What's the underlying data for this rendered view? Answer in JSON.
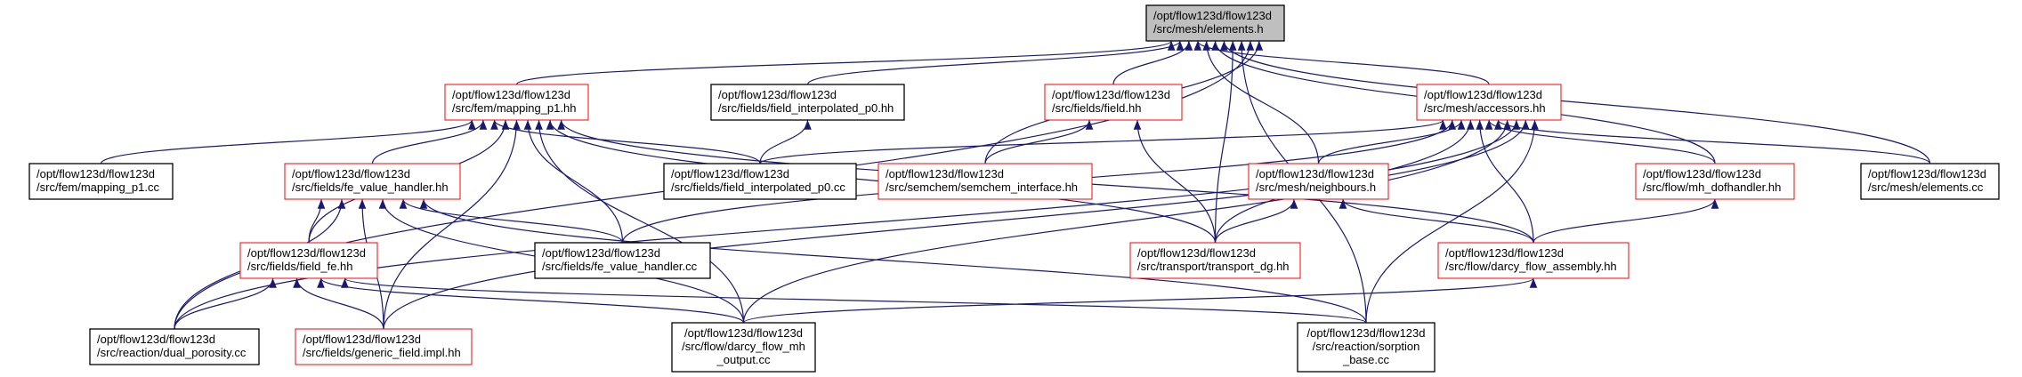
{
  "graph": {
    "title": "Include dependency graph for /opt/flow123d/flow123d/src/mesh/elements.h",
    "colors": {
      "edge": "#191970",
      "focus_fill": "#bfbfbf",
      "red_border": "#ff0000",
      "black_border": "#000000"
    },
    "nodes": [
      {
        "id": "elements_h",
        "lines": [
          "/opt/flow123d/flow123d",
          "/src/mesh/elements.h"
        ],
        "style": "focus"
      },
      {
        "id": "mapping_p1_hh",
        "lines": [
          "/opt/flow123d/flow123d",
          "/src/fem/mapping_p1.hh"
        ],
        "style": "red"
      },
      {
        "id": "field_interpolated_p0_hh",
        "lines": [
          "/opt/flow123d/flow123d",
          "/src/fields/field_interpolated_p0.hh"
        ],
        "style": "black"
      },
      {
        "id": "field_hh",
        "lines": [
          "/opt/flow123d/flow123d",
          "/src/fields/field.hh"
        ],
        "style": "red"
      },
      {
        "id": "accessors_hh",
        "lines": [
          "/opt/flow123d/flow123d",
          "/src/mesh/accessors.hh"
        ],
        "style": "red"
      },
      {
        "id": "mapping_p1_cc",
        "lines": [
          "/opt/flow123d/flow123d",
          "/src/fem/mapping_p1.cc"
        ],
        "style": "black"
      },
      {
        "id": "fe_value_handler_hh",
        "lines": [
          "/opt/flow123d/flow123d",
          "/src/fields/fe_value_handler.hh"
        ],
        "style": "red"
      },
      {
        "id": "field_interpolated_p0_cc",
        "lines": [
          "/opt/flow123d/flow123d",
          "/src/fields/field_interpolated_p0.cc"
        ],
        "style": "black"
      },
      {
        "id": "semchem_interface_hh",
        "lines": [
          "/opt/flow123d/flow123d",
          "/src/semchem/semchem_interface.hh"
        ],
        "style": "red"
      },
      {
        "id": "neighbours_h",
        "lines": [
          "/opt/flow123d/flow123d",
          "/src/mesh/neighbours.h"
        ],
        "style": "red"
      },
      {
        "id": "mh_dofhandler_hh",
        "lines": [
          "/opt/flow123d/flow123d",
          "/src/flow/mh_dofhandler.hh"
        ],
        "style": "red"
      },
      {
        "id": "elements_cc",
        "lines": [
          "/opt/flow123d/flow123d",
          "/src/mesh/elements.cc"
        ],
        "style": "black"
      },
      {
        "id": "field_fe_hh",
        "lines": [
          "/opt/flow123d/flow123d",
          "/src/fields/field_fe.hh"
        ],
        "style": "red"
      },
      {
        "id": "fe_value_handler_cc",
        "lines": [
          "/opt/flow123d/flow123d",
          "/src/fields/fe_value_handler.cc"
        ],
        "style": "black"
      },
      {
        "id": "transport_dg_hh",
        "lines": [
          "/opt/flow123d/flow123d",
          "/src/transport/transport_dg.hh"
        ],
        "style": "red"
      },
      {
        "id": "darcy_flow_assembly_hh",
        "lines": [
          "/opt/flow123d/flow123d",
          "/src/flow/darcy_flow_assembly.hh"
        ],
        "style": "red"
      },
      {
        "id": "dual_porosity_cc",
        "lines": [
          "/opt/flow123d/flow123d",
          "/src/reaction/dual_porosity.cc"
        ],
        "style": "black"
      },
      {
        "id": "generic_field_impl_hh",
        "lines": [
          "/opt/flow123d/flow123d",
          "/src/fields/generic_field.impl.hh"
        ],
        "style": "red"
      },
      {
        "id": "darcy_flow_mh_output_cc",
        "lines": [
          "/opt/flow123d/flow123d",
          "/src/flow/darcy_flow_mh",
          "_output.cc"
        ],
        "style": "black"
      },
      {
        "id": "sorption_base_cc",
        "lines": [
          "/opt/flow123d/flow123d",
          "/src/reaction/sorption",
          "_base.cc"
        ],
        "style": "black"
      }
    ],
    "edges": [
      [
        "mapping_p1_hh",
        "elements_h"
      ],
      [
        "field_interpolated_p0_hh",
        "elements_h"
      ],
      [
        "field_hh",
        "elements_h"
      ],
      [
        "accessors_hh",
        "elements_h"
      ],
      [
        "neighbours_h",
        "elements_h"
      ],
      [
        "mh_dofhandler_hh",
        "elements_h"
      ],
      [
        "elements_cc",
        "elements_h"
      ],
      [
        "transport_dg_hh",
        "elements_h"
      ],
      [
        "sorption_base_cc",
        "elements_h"
      ],
      [
        "dual_porosity_cc",
        "elements_h"
      ],
      [
        "semchem_interface_hh",
        "elements_h"
      ],
      [
        "mapping_p1_cc",
        "mapping_p1_hh"
      ],
      [
        "fe_value_handler_hh",
        "mapping_p1_hh"
      ],
      [
        "field_interpolated_p0_cc",
        "mapping_p1_hh"
      ],
      [
        "field_fe_hh",
        "mapping_p1_hh"
      ],
      [
        "generic_field_impl_hh",
        "mapping_p1_hh"
      ],
      [
        "fe_value_handler_cc",
        "mapping_p1_hh"
      ],
      [
        "darcy_flow_mh_output_cc",
        "mapping_p1_hh"
      ],
      [
        "transport_dg_hh",
        "mapping_p1_hh"
      ],
      [
        "darcy_flow_assembly_hh",
        "mapping_p1_hh"
      ],
      [
        "field_interpolated_p0_cc",
        "field_interpolated_p0_hh"
      ],
      [
        "semchem_interface_hh",
        "field_hh"
      ],
      [
        "transport_dg_hh",
        "field_hh"
      ],
      [
        "field_interpolated_p0_cc",
        "accessors_hh"
      ],
      [
        "fe_value_handler_cc",
        "accessors_hh"
      ],
      [
        "neighbours_h",
        "accessors_hh"
      ],
      [
        "transport_dg_hh",
        "accessors_hh"
      ],
      [
        "darcy_flow_assembly_hh",
        "accessors_hh"
      ],
      [
        "mh_dofhandler_hh",
        "accessors_hh"
      ],
      [
        "elements_cc",
        "accessors_hh"
      ],
      [
        "darcy_flow_mh_output_cc",
        "accessors_hh"
      ],
      [
        "dual_porosity_cc",
        "accessors_hh"
      ],
      [
        "generic_field_impl_hh",
        "accessors_hh"
      ],
      [
        "sorption_base_cc",
        "accessors_hh"
      ],
      [
        "field_fe_hh",
        "fe_value_handler_hh"
      ],
      [
        "dual_porosity_cc",
        "fe_value_handler_hh"
      ],
      [
        "generic_field_impl_hh",
        "fe_value_handler_hh"
      ],
      [
        "darcy_flow_mh_output_cc",
        "fe_value_handler_hh"
      ],
      [
        "fe_value_handler_cc",
        "fe_value_handler_hh"
      ],
      [
        "sorption_base_cc",
        "fe_value_handler_hh"
      ],
      [
        "dual_porosity_cc",
        "field_fe_hh"
      ],
      [
        "generic_field_impl_hh",
        "field_fe_hh"
      ],
      [
        "darcy_flow_mh_output_cc",
        "field_fe_hh"
      ],
      [
        "sorption_base_cc",
        "field_fe_hh"
      ],
      [
        "transport_dg_hh",
        "neighbours_h"
      ],
      [
        "darcy_flow_assembly_hh",
        "neighbours_h"
      ],
      [
        "darcy_flow_assembly_hh",
        "mh_dofhandler_hh"
      ],
      [
        "darcy_flow_mh_output_cc",
        "darcy_flow_assembly_hh"
      ]
    ]
  }
}
